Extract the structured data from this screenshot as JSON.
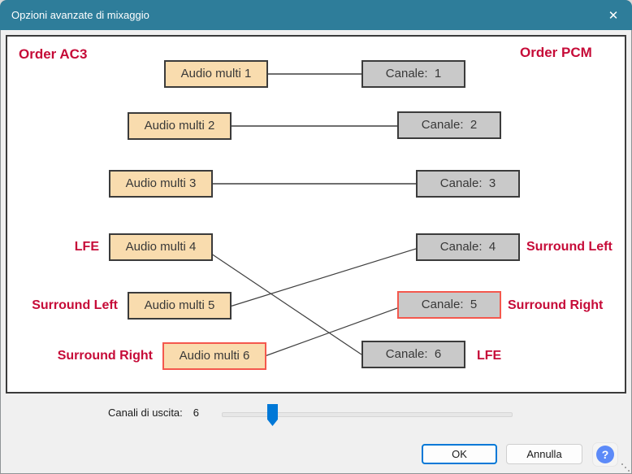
{
  "window": {
    "title": "Opzioni avanzate di mixaggio"
  },
  "icons": {
    "close": "✕",
    "help": "?"
  },
  "diagram": {
    "left_header": "Order AC3",
    "right_header": "Order PCM",
    "ac3_boxes": [
      {
        "label": "Audio multi 1",
        "tag": "",
        "highlighted": false
      },
      {
        "label": "Audio multi 2",
        "tag": "",
        "highlighted": false
      },
      {
        "label": "Audio multi 3",
        "tag": "",
        "highlighted": false
      },
      {
        "label": "Audio multi 4",
        "tag": "LFE",
        "highlighted": false
      },
      {
        "label": "Audio multi 5",
        "tag": "Surround Left",
        "highlighted": false
      },
      {
        "label": "Audio multi 6",
        "tag": "Surround Right",
        "highlighted": true
      }
    ],
    "pcm_boxes": [
      {
        "label": "Canale:  1",
        "tag": "",
        "highlighted": false
      },
      {
        "label": "Canale:  2",
        "tag": "",
        "highlighted": false
      },
      {
        "label": "Canale:  3",
        "tag": "",
        "highlighted": false
      },
      {
        "label": "Canale:  4",
        "tag": "Surround Left",
        "highlighted": false
      },
      {
        "label": "Canale:  5",
        "tag": "Surround Right",
        "highlighted": true
      },
      {
        "label": "Canale:  6",
        "tag": "LFE",
        "highlighted": false
      }
    ],
    "connections": [
      [
        1,
        1
      ],
      [
        2,
        2
      ],
      [
        3,
        3
      ],
      [
        4,
        6
      ],
      [
        5,
        4
      ],
      [
        6,
        5
      ]
    ]
  },
  "footer": {
    "output_channels_label": "Canali di uscita:",
    "output_channels_value": "6",
    "ok_label": "OK",
    "cancel_label": "Annulla"
  },
  "colors": {
    "titlebar": "#2e7d9a",
    "accent_red": "#c60b38",
    "ac3_box_fill": "#f9dcae",
    "pcm_box_fill": "#c9c9c9",
    "highlight_border": "#f4584d",
    "slider_blue": "#0078d7",
    "help_blue": "#5c8af8"
  }
}
